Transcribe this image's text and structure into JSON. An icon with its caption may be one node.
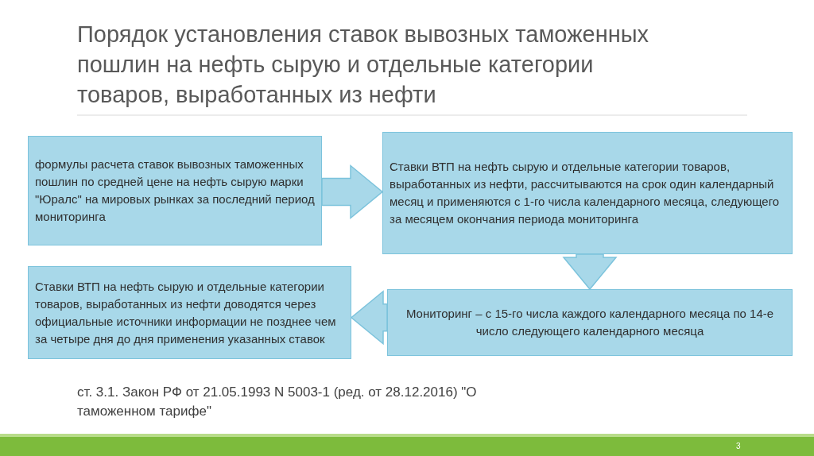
{
  "diagram": {
    "title": "Порядок установления ставок вывозных таможенных пошлин на нефть сырую и отдельные категории товаров, выработанных из нефти",
    "nodes": [
      {
        "text": [
          "формулы расчета ставок вывозных таможенных пошлин  по средней цене на нефть сырую марки \"Юралс\" на мировых рынках за последний период мониторинга"
        ]
      },
      {
        "text": [
          "Ставки ВТП на нефть сырую и отдельные категории товаров, выработанных из нефти, рассчитываются на срок один календарный месяц и применяются с 1-го числа календарного месяца, следующего за месяцем окончания периода мониторинга"
        ]
      },
      {
        "text": [
          "Ставки ВТП на нефть сырую и отдельные категории товаров, выработанных из нефти доводятся через официальные источники информации не позднее чем за четыре дня до дня применения указанных ставок"
        ]
      },
      {
        "text": [
          "Мониторинг – с 15-го числа каждого календарного месяца по 14-е число следующего календарного месяца"
        ]
      }
    ],
    "edges": [
      {
        "from": 0,
        "to": 1,
        "arrow": "to"
      },
      {
        "from": 1,
        "to": 3,
        "arrow": "to"
      },
      {
        "from": 3,
        "to": 2,
        "arrow": "to"
      }
    ],
    "labels": [
      "ст. 3.1. Закон РФ от 21.05.1993 N 5003-1 (ред. от 28.12.2016) \"О таможенном тарифе\"",
      "3"
    ]
  }
}
